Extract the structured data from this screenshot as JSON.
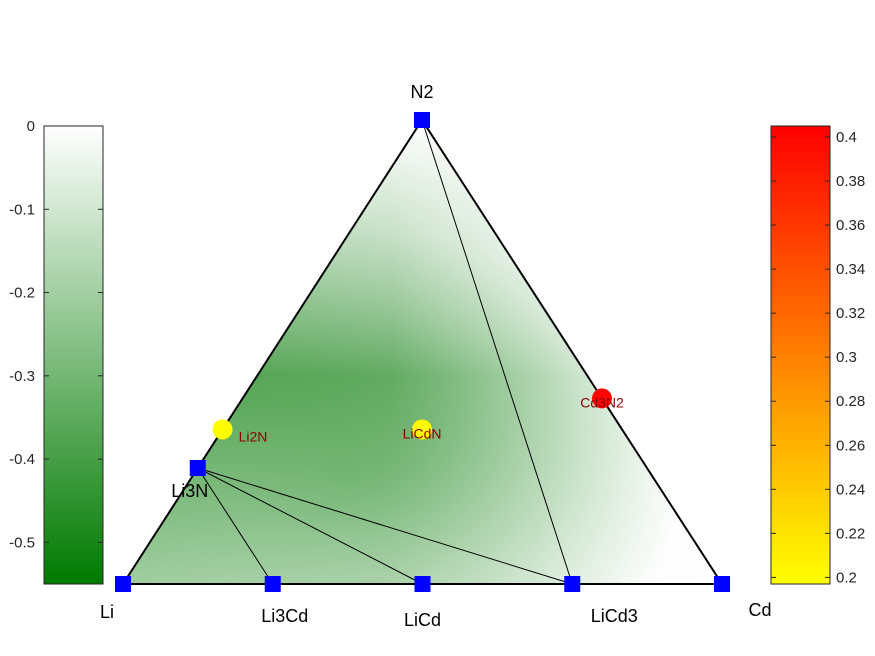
{
  "chart_data": {
    "type": "ternary phase diagram",
    "corners": {
      "top": "N2",
      "left": "Li",
      "right": "Cd"
    },
    "stable_phases": [
      {
        "name": "N2",
        "frac_n": 1.0,
        "frac_cd": 0.0,
        "label": "N2"
      },
      {
        "name": "Li",
        "frac_n": 0.0,
        "frac_cd": 0.0,
        "label": "Li"
      },
      {
        "name": "Cd",
        "frac_n": 0.0,
        "frac_cd": 1.0,
        "label": "Cd"
      },
      {
        "name": "Li3N",
        "frac_n": 0.25,
        "frac_cd": 0.0,
        "label": "Li3N"
      },
      {
        "name": "Li3Cd",
        "frac_n": 0.0,
        "frac_cd": 0.25,
        "label": "Li3Cd"
      },
      {
        "name": "LiCd",
        "frac_n": 0.0,
        "frac_cd": 0.5,
        "label": "LiCd"
      },
      {
        "name": "LiCd3",
        "frac_n": 0.0,
        "frac_cd": 0.75,
        "label": "LiCd3"
      }
    ],
    "tie_lines": [
      [
        "Li3N",
        "Li3Cd"
      ],
      [
        "Li3N",
        "LiCd"
      ],
      [
        "Li3N",
        "LiCd3"
      ],
      [
        "N2",
        "LiCd3"
      ]
    ],
    "unstable_phases": [
      {
        "name": "Li2N",
        "frac_n": 0.333,
        "frac_cd": 0.0,
        "e_above_hull": 0.2
      },
      {
        "name": "LiCdN",
        "frac_n": 0.333,
        "frac_cd": 0.333,
        "e_above_hull": 0.2
      },
      {
        "name": "Cd3N2",
        "frac_n": 0.4,
        "frac_cd": 0.6,
        "e_above_hull": 0.4
      }
    ],
    "formation_energy_colorbar": {
      "range": [
        -0.55,
        0
      ],
      "ticks": [
        0,
        -0.1,
        -0.2,
        -0.3,
        -0.4,
        -0.5
      ],
      "tick_labels": [
        "0",
        "-0.1",
        "-0.2",
        "-0.3",
        "-0.4",
        "-0.5"
      ],
      "colors": [
        "#007a00",
        "#ffffff"
      ]
    },
    "e_above_hull_colorbar": {
      "range": [
        0.197,
        0.405
      ],
      "ticks": [
        0.2,
        0.22,
        0.24,
        0.26,
        0.28,
        0.3,
        0.32,
        0.34,
        0.36,
        0.38,
        0.4
      ],
      "tick_labels": [
        "0.2",
        "0.22",
        "0.24",
        "0.26",
        "0.28",
        "0.3",
        "0.32",
        "0.34",
        "0.36",
        "0.38",
        "0.4"
      ],
      "colors": [
        "#ffff00",
        "#ff0000"
      ]
    },
    "stable_marker_color": "#0000ff",
    "edge_color": "#000000"
  }
}
